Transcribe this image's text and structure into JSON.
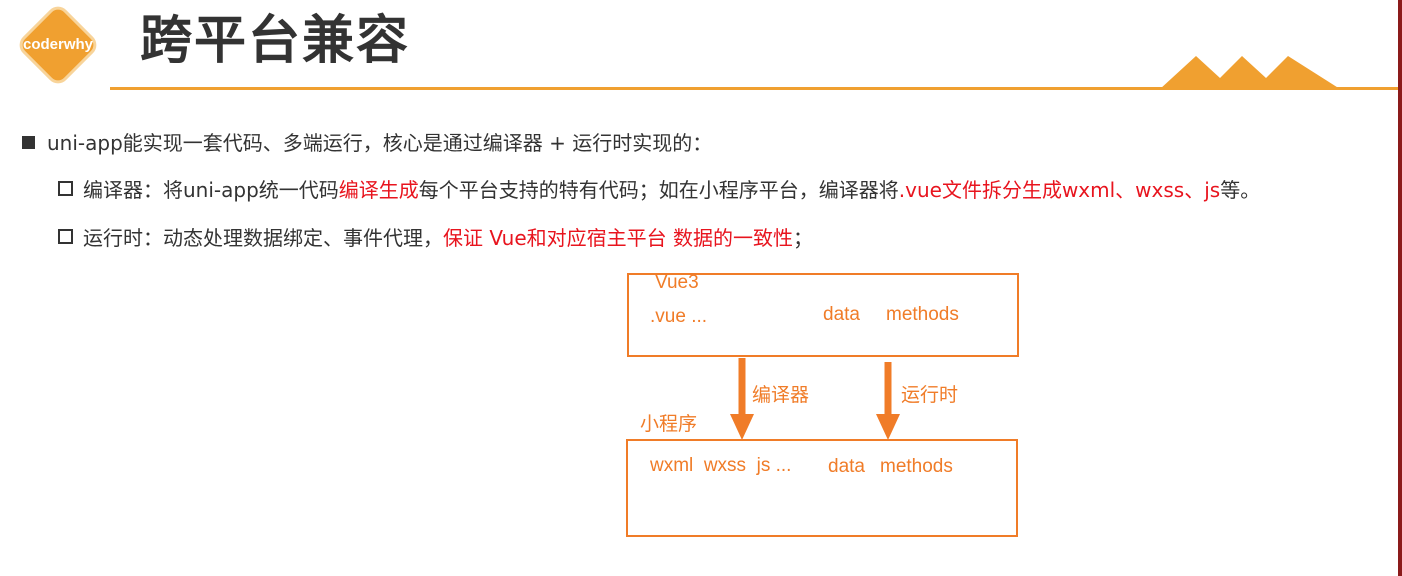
{
  "header": {
    "logo_text": "coderwhy",
    "title": "跨平台兼容"
  },
  "colors": {
    "accent": "#f0a030",
    "diagram": "#f07c28",
    "highlight": "#e8141e"
  },
  "bullets": {
    "main": "uni-app能实现一套代码、多端运行，核心是通过编译器 + 运行时实现的：",
    "compiler": {
      "part1": "编译器：将uni-app统一代码",
      "part2_red": "编译生成",
      "part3": "每个平台支持的特有代码；如在小程序平台，编译器将",
      "part4_red": ".vue文件拆分生成wxml、wxss、js",
      "part5": "等。"
    },
    "runtime": {
      "part1": "运行时：动态处理数据绑定、事件代理，",
      "part2_red": "保证 Vue和对应宿主平台 数据的一致性",
      "part3": "；"
    }
  },
  "diagram": {
    "top_box": {
      "label": "Vue3",
      "left_text": ".vue ...",
      "data": "data",
      "methods": "methods"
    },
    "arrow_left_label": "编译器",
    "arrow_right_label": "运行时",
    "bottom_label": "小程序",
    "bottom_box": {
      "left_text": "wxml  wxss  js ...",
      "data": "data",
      "methods": "methods"
    }
  }
}
